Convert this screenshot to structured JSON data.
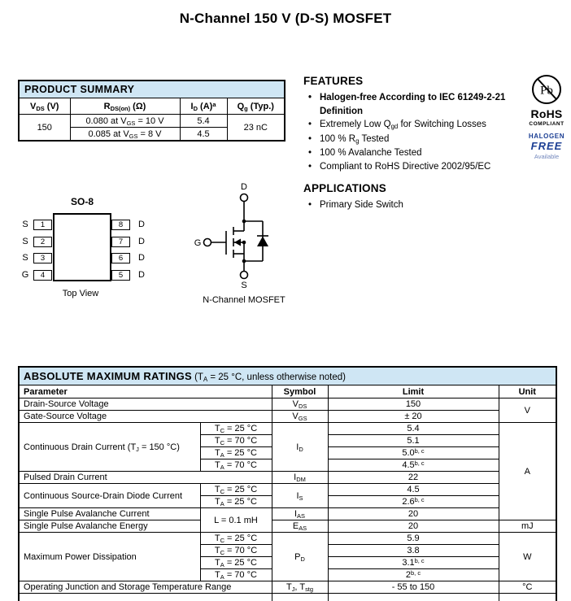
{
  "page": {
    "title": "N-Channel 150 V (D-S) MOSFET"
  },
  "colors": {
    "table_header_bg": "#cfe6f4",
    "badge_blue": "#1c3f94",
    "available_blue": "#7388bd",
    "border": "#000000"
  },
  "product_summary": {
    "title": "PRODUCT SUMMARY",
    "headers": [
      "V~DS~ (V)",
      "R~DS(on)~ (Ω)",
      "I~D~ (A)^a^",
      "Q~g~ (Typ.)"
    ],
    "vds": "150",
    "rows": [
      {
        "rds": "0.080 at V~GS~ = 10 V",
        "id": "5.4"
      },
      {
        "rds": "0.085 at V~GS~ = 8 V",
        "id": "4.5"
      }
    ],
    "qg": "23 nC"
  },
  "features": {
    "title": "FEATURES",
    "items": [
      {
        "text": "Halogen-free According to IEC 61249-2-21 Definition"
      },
      {
        "text": "Extremely Low Q~gd~ for Switching Losses"
      },
      {
        "text": "100 % R~g~ Tested"
      },
      {
        "text": "100 % Avalanche Tested"
      },
      {
        "text": "Compliant to RoHS Directive 2002/95/EC"
      }
    ]
  },
  "applications": {
    "title": "APPLICATIONS",
    "items": [
      {
        "text": "Primary Side Switch"
      }
    ]
  },
  "badges": {
    "pb": "Pb",
    "rohs": "RoHS",
    "compliant": "COMPLIANT",
    "halogen": "HALOGEN",
    "free": "FREE",
    "available": "Available"
  },
  "package": {
    "name": "SO-8",
    "caption": "Top View",
    "left_pins": [
      {
        "label": "S",
        "num": "1"
      },
      {
        "label": "S",
        "num": "2"
      },
      {
        "label": "S",
        "num": "3"
      },
      {
        "label": "G",
        "num": "4"
      }
    ],
    "right_pins": [
      {
        "num": "8",
        "label": "D"
      },
      {
        "num": "7",
        "label": "D"
      },
      {
        "num": "6",
        "label": "D"
      },
      {
        "num": "5",
        "label": "D"
      }
    ]
  },
  "symbol": {
    "caption": "N-Channel MOSFET",
    "drain": "D",
    "gate": "G",
    "source": "S"
  },
  "abs_max": {
    "title": "ABSOLUTE MAXIMUM RATINGS",
    "note": "(T~A~ = 25 °C, unless otherwise noted)",
    "headers": {
      "parameter": "Parameter",
      "symbol": "Symbol",
      "limit": "Limit",
      "unit": "Unit"
    },
    "rows": [
      {
        "parameter": "Drain-Source Voltage",
        "symbol": "V~DS~",
        "limit": "150",
        "unit": "V"
      },
      {
        "parameter": "Gate-Source Voltage",
        "symbol": "V~GS~",
        "limit": "± 20"
      },
      {
        "parameter": "Continuous Drain Current (T~J~ = 150 °C)",
        "conditions": [
          "T~C~ = 25 °C",
          "T~C~ = 70 °C",
          "T~A~ = 25 °C",
          "T~A~ = 70 °C"
        ],
        "symbol": "I~D~",
        "limits": [
          "5.4",
          "5.1",
          "5.0^b, c^",
          "4.5^b, c^"
        ],
        "unit": "A"
      },
      {
        "parameter": "Pulsed Drain Current",
        "symbol": "I~DM~",
        "limit": "22"
      },
      {
        "parameter": "Continuous Source-Drain Diode Current",
        "conditions": [
          "T~C~ = 25 °C",
          "T~A~ = 25 °C"
        ],
        "symbol": "I~S~",
        "limits": [
          "4.5",
          "2.6^b, c^"
        ]
      },
      {
        "parameter": "Single Pulse Avalanche Current",
        "condition": "L = 0.1 mH",
        "symbol": "I~AS~",
        "limit": "20"
      },
      {
        "parameter": "Single Pulse Avalanche Energy",
        "symbol": "E~AS~",
        "limit": "20",
        "unit": "mJ"
      },
      {
        "parameter": "Maximum Power Dissipation",
        "conditions": [
          "T~C~ = 25 °C",
          "T~C~ = 70 °C",
          "T~A~ = 25 °C",
          "T~A~ = 70 °C"
        ],
        "symbol": "P~D~",
        "limits": [
          "5.9",
          "3.8",
          "3.1^b, c^",
          "2^b, c^"
        ],
        "unit": "W"
      },
      {
        "parameter": "Operating Junction and Storage Temperature Range",
        "symbol": "T~J~, T~stg~",
        "limit": "- 55 to 150",
        "unit": "°C"
      }
    ]
  }
}
